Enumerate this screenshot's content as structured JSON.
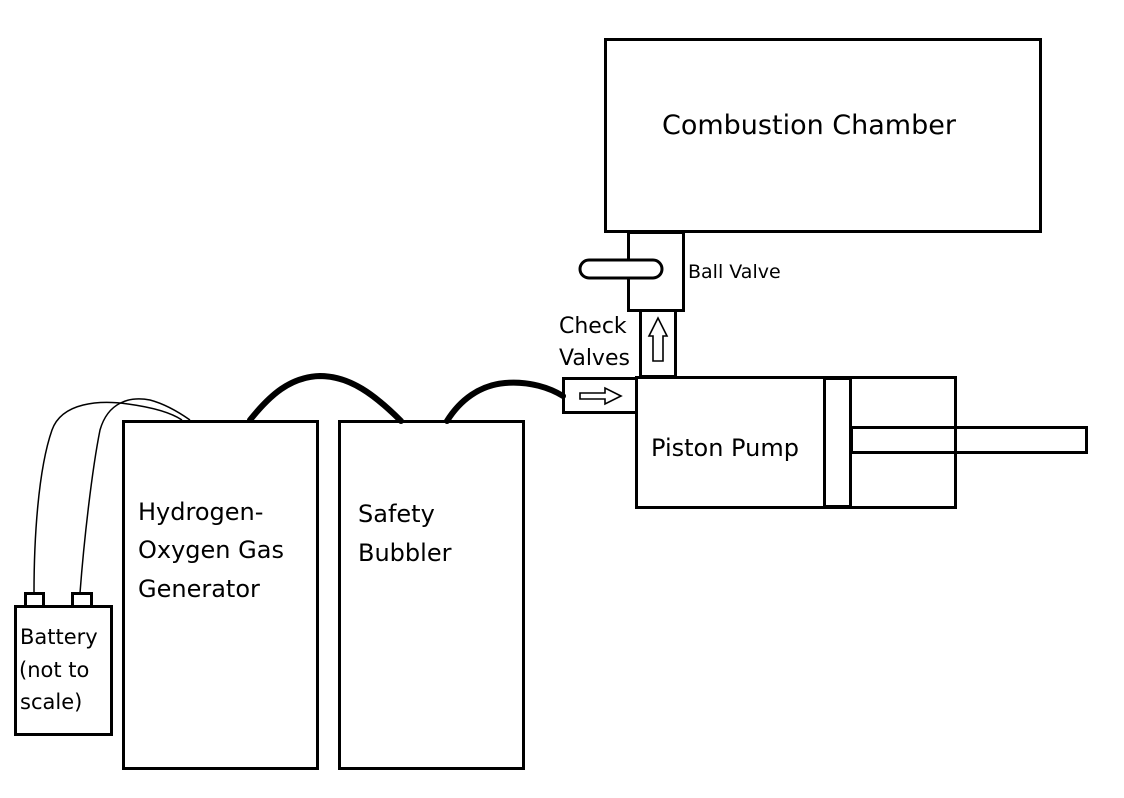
{
  "labels": {
    "combustion_chamber": "Combustion Chamber",
    "ball_valve": "Ball Valve",
    "check_valves_line1": "Check",
    "check_valves_line2": "Valves",
    "piston_pump": "Piston Pump",
    "generator_line1": "Hydrogen-",
    "generator_line2": "Oxygen Gas",
    "generator_line3": "Generator",
    "bubbler_line1": "Safety",
    "bubbler_line2": "Bubbler",
    "battery_line1": "Battery",
    "battery_line2": "(not to",
    "battery_line3": "scale)"
  },
  "icons": {
    "horizontal_check_valve_arrow": "right-arrow-icon",
    "vertical_check_valve_arrow": "up-arrow-icon"
  },
  "colors": {
    "background": "#ffffff",
    "stroke": "#000000"
  }
}
